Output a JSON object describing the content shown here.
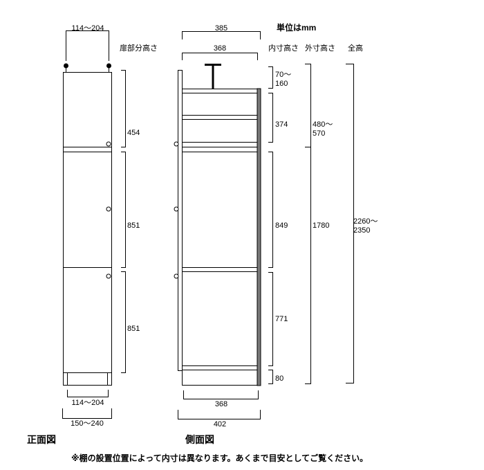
{
  "unit_note": "単位はmm",
  "front": {
    "caption": "正面図",
    "top_width": "114～204",
    "door_heights_header": "扉部分高さ",
    "door_heights": [
      "454",
      "851",
      "851"
    ],
    "bottom_width_inner": "114～204",
    "bottom_width_outer": "150～240"
  },
  "side": {
    "caption": "側面図",
    "top_outer_depth": "385",
    "top_inner_depth": "368",
    "inner_height_header": "内寸高さ",
    "outer_height_header": "外寸高さ",
    "total_height_header": "全高",
    "inner_heights": [
      "70～\n160",
      "374",
      "849",
      "771",
      "80"
    ],
    "outer_heights": [
      "480～\n570",
      "1780"
    ],
    "total_height": "2260～\n2350",
    "bottom_inner_depth": "368",
    "bottom_outer_depth": "402"
  },
  "footnote": "※棚の設置位置によって内寸は異なります。あくまで目安としてご覧ください。"
}
